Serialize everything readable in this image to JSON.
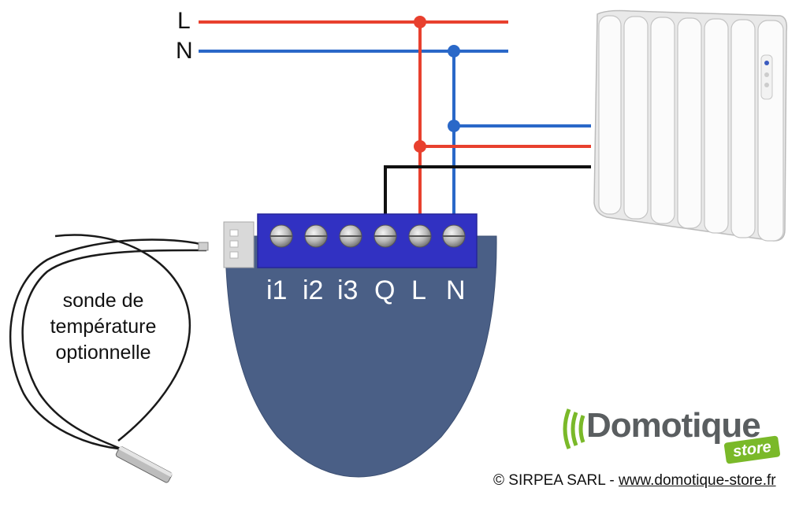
{
  "mains": {
    "live_label": "L",
    "neutral_label": "N"
  },
  "module": {
    "terminals": [
      "i1",
      "i2",
      "i3",
      "Q",
      "L",
      "N"
    ]
  },
  "probe": {
    "lines": [
      "sonde de",
      "température",
      "optionnelle"
    ]
  },
  "logo": {
    "name": "Domotique",
    "badge": "store"
  },
  "footer": {
    "copyright": "© SIRPEA SARL - ",
    "website": "www.domotique-store.fr"
  },
  "colors": {
    "live_wire": "#e8402e",
    "neutral_wire": "#2a68c8",
    "load_wire": "#111111",
    "module_body": "#4a5f86",
    "terminal_block": "#3131c2",
    "logo_green": "#7ab929"
  },
  "icons": [
    "radiator-icon",
    "screw-terminal-icon",
    "connector-icon",
    "logo-waves-icon"
  ]
}
